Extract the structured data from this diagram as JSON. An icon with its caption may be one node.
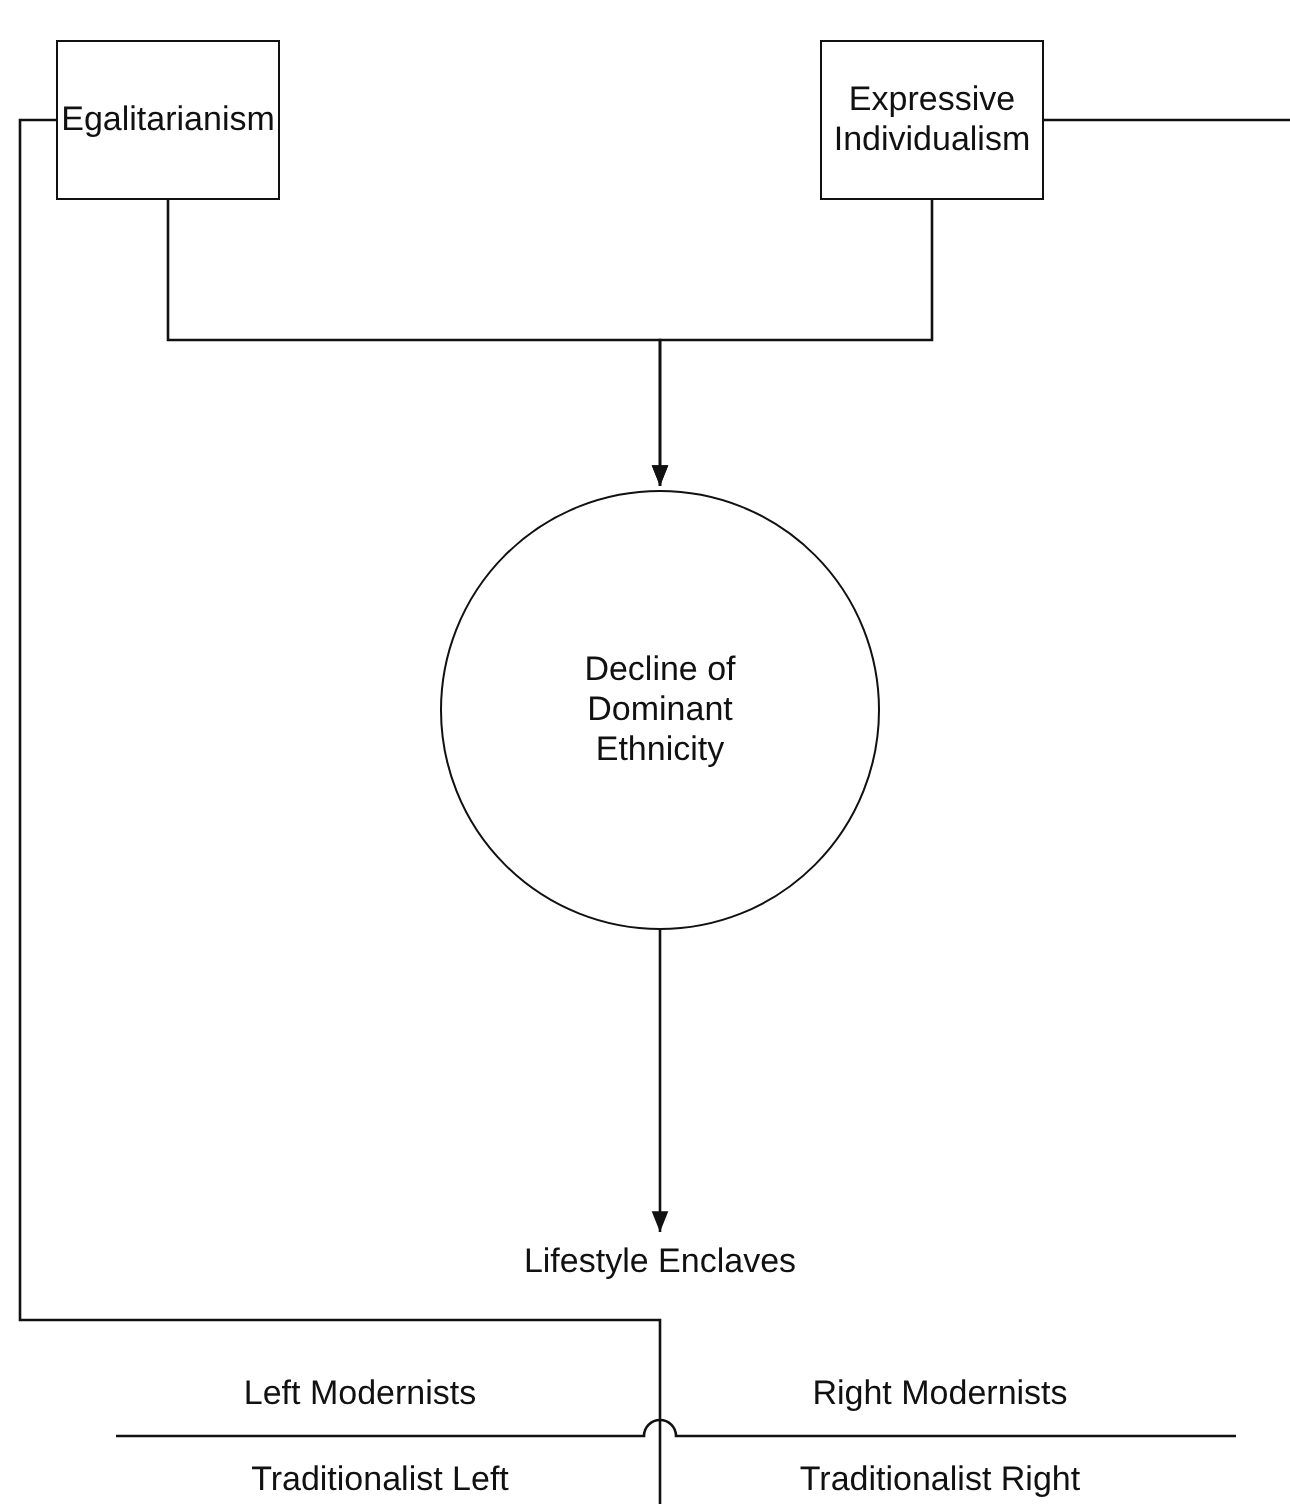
{
  "diagram": {
    "nodes": [
      {
        "text": [
          "Egalitarianism"
        ]
      },
      {
        "text": [
          "Expressive Individualism"
        ]
      },
      {
        "text": [
          "Decline of Dominant Ethnicity"
        ]
      },
      {
        "text": [
          "Lifestyle Enclaves"
        ]
      }
    ],
    "edges": [
      {
        "from": 0,
        "to": 2,
        "arrow": "to"
      },
      {
        "from": 1,
        "to": 2,
        "arrow": "to"
      },
      {
        "from": 2,
        "to": 3,
        "arrow": "to"
      },
      {
        "from": 0,
        "to": null,
        "arrow": "none"
      },
      {
        "from": 1,
        "to": null,
        "arrow": "none"
      }
    ],
    "labels": [
      "Left Modernists",
      "Right Modernists",
      "Traditionalist Left",
      "Traditionalist Right"
    ]
  }
}
